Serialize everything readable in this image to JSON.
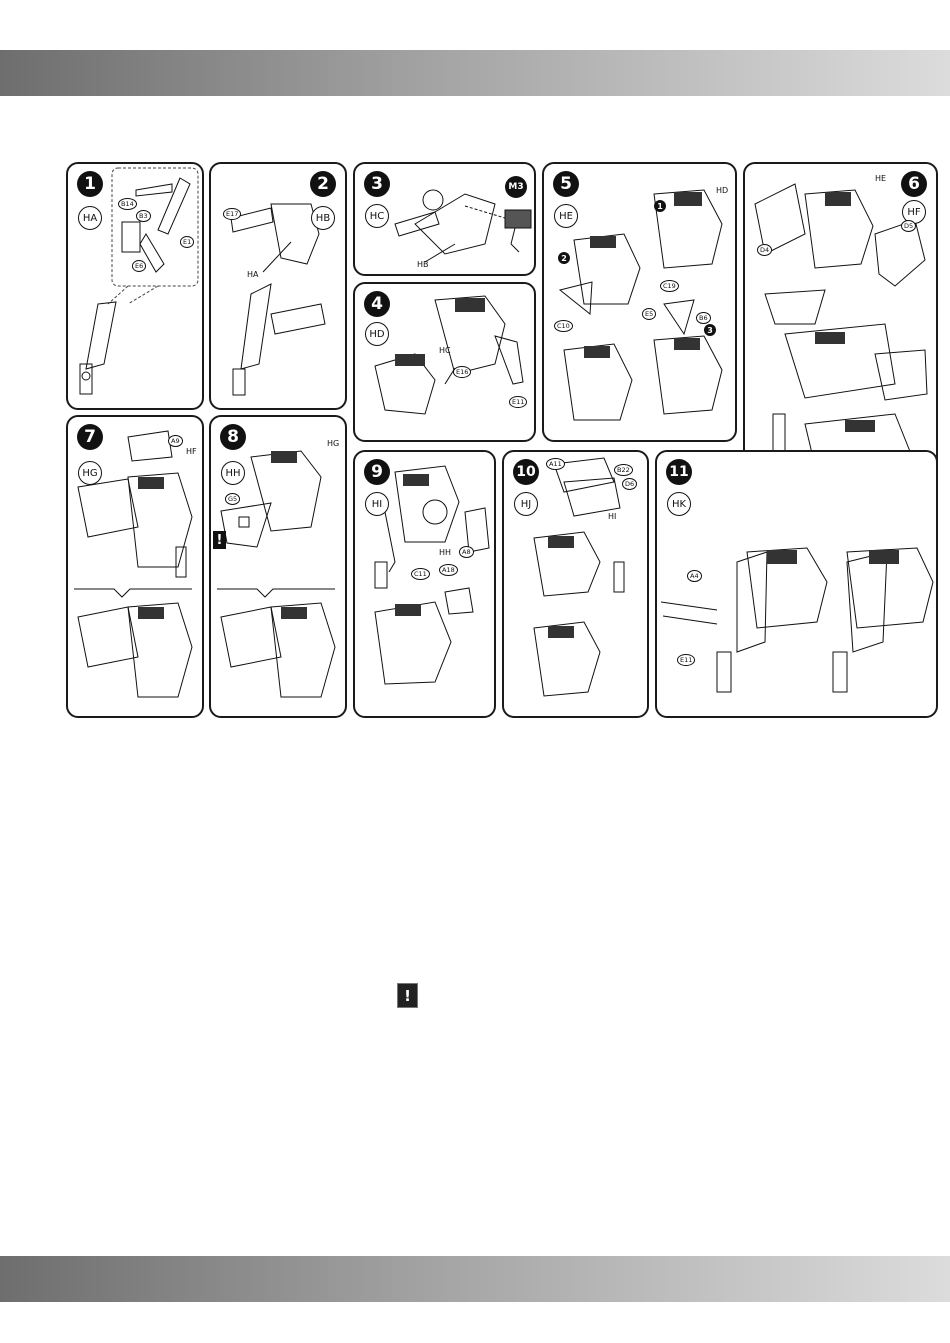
{
  "steps": [
    {
      "num": "1",
      "code": "HA",
      "parts": [
        "B14",
        "B3",
        "E1",
        "E6"
      ]
    },
    {
      "num": "2",
      "code": "HB",
      "parts": [
        "E17"
      ],
      "ref": "HA"
    },
    {
      "num": "3",
      "code": "HC",
      "parts": [],
      "ref": "HB",
      "motor": "M3"
    },
    {
      "num": "4",
      "code": "HD",
      "parts": [
        "E16",
        "E11"
      ],
      "ref": "HC"
    },
    {
      "num": "5",
      "code": "HE",
      "parts": [
        "C19",
        "C10",
        "E5",
        "B6"
      ],
      "ref": "HD",
      "substeps": [
        "1",
        "2",
        "3"
      ]
    },
    {
      "num": "6",
      "code": "HF",
      "parts": [
        "D4",
        "D5"
      ],
      "ref": "HE"
    },
    {
      "num": "7",
      "code": "HG",
      "parts": [
        "A9"
      ],
      "ref": "HF"
    },
    {
      "num": "8",
      "code": "HH",
      "parts": [
        "G5"
      ],
      "ref": "HG",
      "warning": "!"
    },
    {
      "num": "9",
      "code": "HI",
      "parts": [
        "C11",
        "A8",
        "A18"
      ],
      "ref": "HH"
    },
    {
      "num": "10",
      "code": "HJ",
      "parts": [
        "A11",
        "B22",
        "D6"
      ],
      "ref": "HI"
    },
    {
      "num": "11",
      "code": "HK",
      "parts": [
        "A4",
        "E11"
      ]
    }
  ],
  "legend": {
    "warning_symbol": "!"
  },
  "colors": {
    "band_dark": "#6e6e6e",
    "band_light": "#dcdcdc",
    "ink": "#111111"
  }
}
